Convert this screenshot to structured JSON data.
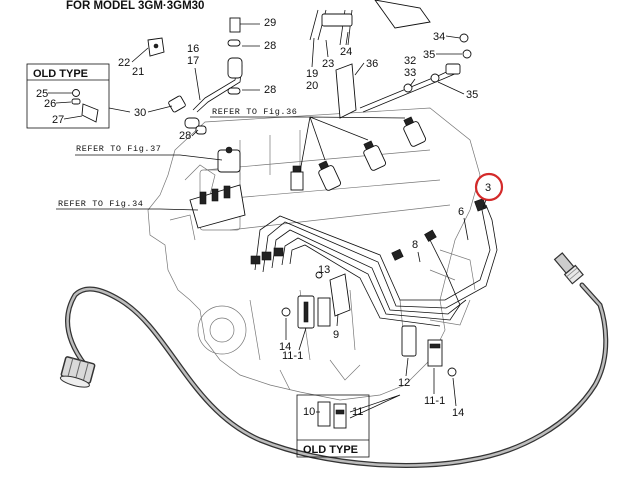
{
  "title": "FOR MODEL 3GM·3GM30",
  "references": {
    "fig36": "REFER TO Fig.36",
    "fig37": "REFER TO Fig.37",
    "fig34": "REFER TO Fig.34"
  },
  "old_type_boxes": {
    "top_left": "OLD TYPE",
    "bottom": "OLD TYPE"
  },
  "highlight_color": "#d42a2a",
  "labels": {
    "l29": "29",
    "l28a": "28",
    "l28b": "28",
    "l28c": "28",
    "l24": "24",
    "l23": "23",
    "l19": "19",
    "l20": "20",
    "l22": "22",
    "l21": "21",
    "l16": "16",
    "l17": "17",
    "l25": "25",
    "l26": "26",
    "l27": "27",
    "l30": "30",
    "l36": "36",
    "l32": "32",
    "l33": "33",
    "l34": "34",
    "l35a": "35",
    "l35b": "35",
    "l3": "3",
    "l6": "6",
    "l8": "8",
    "l13": "13",
    "l9": "9",
    "l14a": "14",
    "l14b": "14",
    "l11_1a": "11-1",
    "l11_1b": "11-1",
    "l12": "12",
    "l10": "10",
    "l11": "11"
  }
}
